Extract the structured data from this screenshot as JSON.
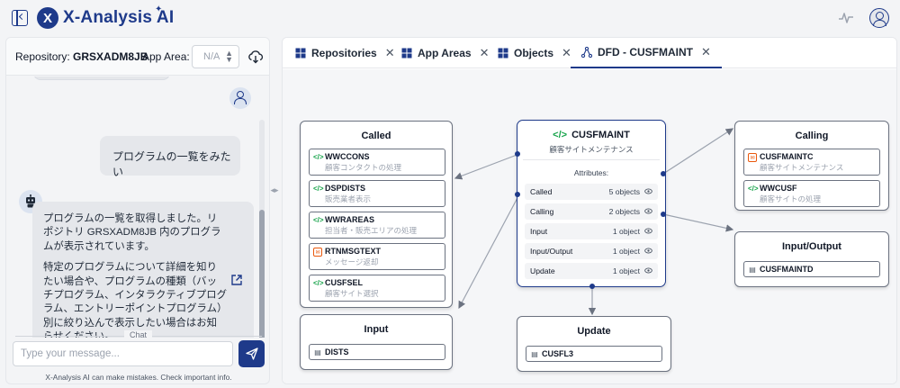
{
  "header": {
    "brand": "X-Analysis AI",
    "logo_letter": "X",
    "sparkle": "✦"
  },
  "chat": {
    "repo_label": "Repository:",
    "repo_value": "GRSXADM8JB",
    "area_label": "App Area:",
    "area_value": "N/A",
    "user_message": "プログラムの一覧をみたい",
    "bot_message_1": "プログラムの一覧を取得しました。リポジトリ GRSXADM8JB 内のプログラムが表示されています。",
    "bot_message_2": "特定のプログラムについて詳細を知りたい場合や、プログラムの種類（バッチプログラム、インタラクティブプログラム、エントリーポイントプログラム）別に絞り込んで表示したい場合はお知らせください。",
    "divider_label": "Chat",
    "input_placeholder": "Type your message...",
    "disclaimer": "X-Analysis AI can make mistakes. Check important info."
  },
  "tabs": [
    {
      "label": "Repositories",
      "close": "✕"
    },
    {
      "label": "App Areas",
      "close": "✕"
    },
    {
      "label": "Objects",
      "close": "✕"
    },
    {
      "label": "DFD - CUSFMAINT",
      "close": "✕"
    }
  ],
  "dfd": {
    "center": {
      "name": "CUSFMAINT",
      "subtitle": "顧客サイトメンテナンス",
      "attributes_label": "Attributes:",
      "attributes": [
        {
          "label": "Called",
          "value": "5 objects"
        },
        {
          "label": "Calling",
          "value": "2 objects"
        },
        {
          "label": "Input",
          "value": "1 object"
        },
        {
          "label": "Input/Output",
          "value": "1 object"
        },
        {
          "label": "Update",
          "value": "1 object"
        }
      ]
    },
    "called": {
      "title": "Called",
      "items": [
        {
          "name": "WWCCONS",
          "desc": "顧客コンタクトの処理",
          "icon": "code"
        },
        {
          "name": "DSPDISTS",
          "desc": "販売業者表示",
          "icon": "code"
        },
        {
          "name": "WWRAREAS",
          "desc": "担当者・販売エリアの処理",
          "icon": "code"
        },
        {
          "name": "RTNMSGTEXT",
          "desc": "メッセージ返却",
          "icon": "msg"
        },
        {
          "name": "CUSFSEL",
          "desc": "顧客サイト選択",
          "icon": "code"
        }
      ]
    },
    "input": {
      "title": "Input",
      "items": [
        {
          "name": "DISTS",
          "icon": "db"
        }
      ]
    },
    "update": {
      "title": "Update",
      "items": [
        {
          "name": "CUSFL3",
          "icon": "db"
        }
      ]
    },
    "calling": {
      "title": "Calling",
      "items": [
        {
          "name": "CUSFMAINTC",
          "desc": "顧客サイトメンテナンス",
          "icon": "msg"
        },
        {
          "name": "WWCUSF",
          "desc": "顧客サイトの処理",
          "icon": "code"
        }
      ]
    },
    "input_output": {
      "title": "Input/Output",
      "items": [
        {
          "name": "CUSFMAINTD",
          "icon": "db"
        }
      ]
    }
  },
  "colors": {
    "accent": "#1e3a8a",
    "code_icon": "#16a34a",
    "msg_icon": "#ea580c"
  }
}
